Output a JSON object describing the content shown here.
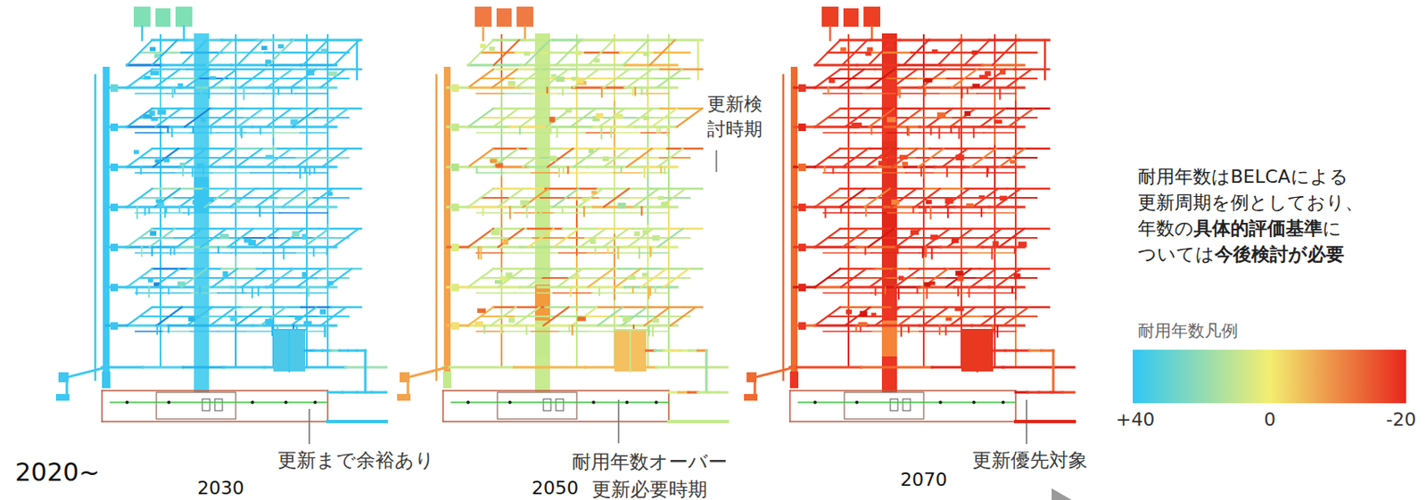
{
  "diagram": {
    "labels": [
      "更新検討時期",
      "更新まで余裕あり",
      "耐用年数オーバー 更新必要時期",
      "更新優先対象",
      "2020~",
      "2030",
      "2050",
      "2070",
      "耐用年数はBELCAによる",
      "更新周期を例としており、",
      "年数の",
      "具体的評価基準",
      "に",
      "ついては",
      "今後検討が必要",
      "耐用年数凡例"
    ],
    "legend": [
      {
        "text": "+40",
        "color": "#30c8f4"
      },
      {
        "text": "0",
        "color": "#f3ee70"
      },
      {
        "text": "-20",
        "color": "#e8261c"
      }
    ]
  }
}
